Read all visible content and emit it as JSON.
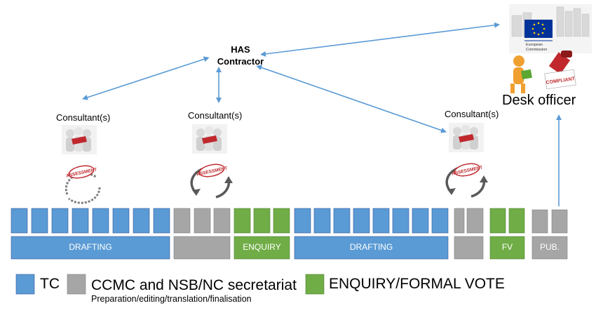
{
  "has_contractor": {
    "title_line1": "HAS",
    "title_line2": "Contractor"
  },
  "consultants": [
    "Consultant(s)",
    "Consultant(s)",
    "Consultant(s)"
  ],
  "assessment_stamp": "ASSESSMENT",
  "commission_logo": {
    "line1": "European",
    "line2": "Commission"
  },
  "desk_officer": {
    "label": "Desk officer",
    "stamp": "COMPLIANT"
  },
  "phases": {
    "drafting_1": "DRAFTING",
    "enquiry": "ENQUIRY",
    "drafting_2": "DRAFTING",
    "fv": "FV",
    "pub": "PUB."
  },
  "legend": {
    "tc": "TC",
    "secretariat": "CCMC and NSB/NC secretariat",
    "secretariat_sub": "Preparation/editing/translation/finalisation",
    "vote": "ENQUIRY/FORMAL VOTE"
  },
  "colors": {
    "blue": "#5b9bd5",
    "grey": "#a6a6a6",
    "green": "#70ad47",
    "arrow": "#5b9bd5"
  }
}
